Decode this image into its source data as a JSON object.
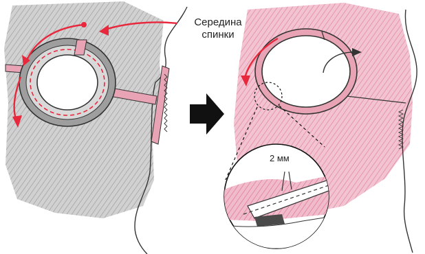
{
  "labels": {
    "back_center_line1": "Середина",
    "back_center_line2": "спинки",
    "seam_allowance": "2 мм"
  },
  "colors": {
    "accent_red": "#e8283c",
    "fabric_pink": "#e8a3b4",
    "shading_gray": "#b9b9b9",
    "outline": "#333333",
    "arrow_black": "#111111"
  },
  "icons": {
    "step_arrow": "arrow-right-icon",
    "magnifier": "zoom-circle-icon"
  }
}
